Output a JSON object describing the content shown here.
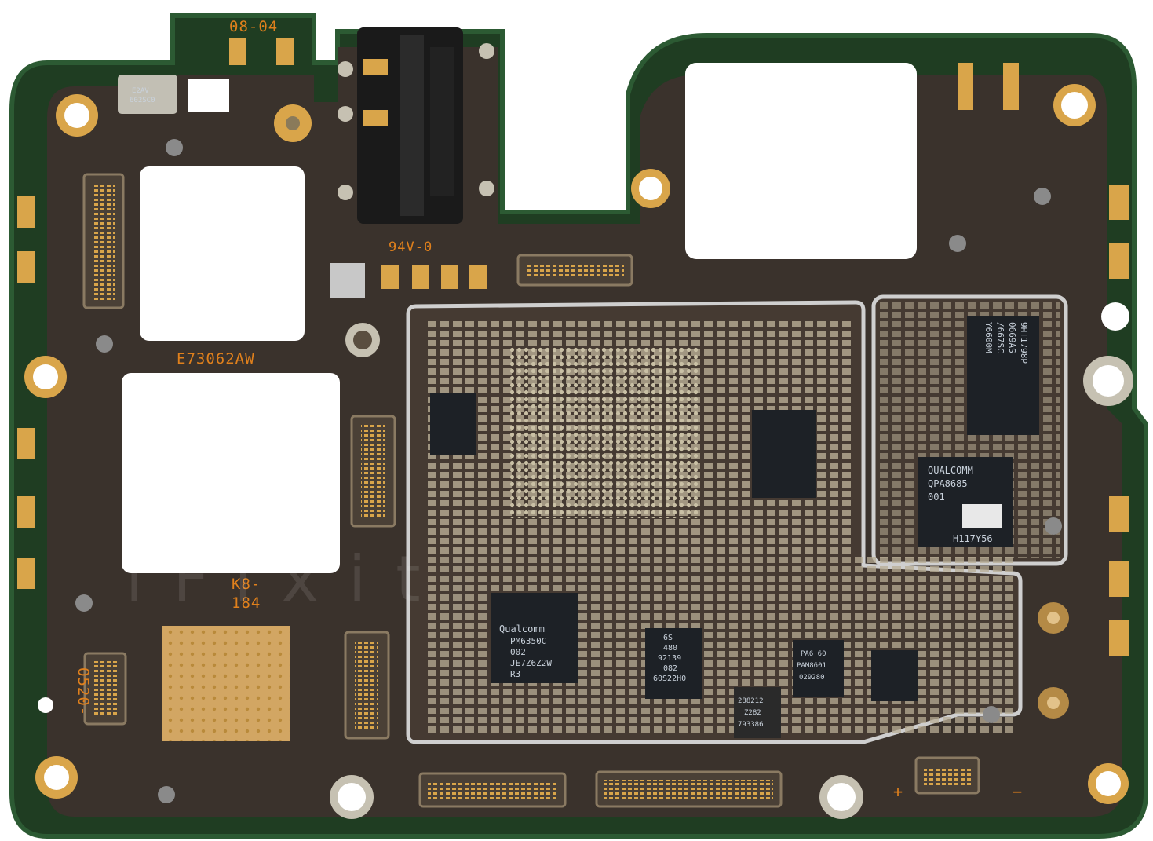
{
  "board": {
    "colors": {
      "background": "#ffffff",
      "substrate": "#1f3d22",
      "substrate_edge": "#2c5a33",
      "solder_mask": "#3a322c",
      "silkscreen": "#e0801c",
      "copper_pad": "#d9a54a",
      "shield_frame": "#cfcfcf",
      "chip": "#1d2126",
      "chip_text": "#c9d2dc"
    },
    "silkscreen_labels": {
      "date_code": "08-04",
      "flammability": "94V-0",
      "board_id": "E73062AW",
      "rev_code_line1": "K8-",
      "rev_code_line2": "184",
      "side_code": "O520-",
      "plus_sign": "+",
      "minus_sign": "−"
    },
    "chips": {
      "crystal": {
        "line1": "E2AV",
        "line2": "602SC0"
      },
      "pmic": {
        "line1": "Qualcomm",
        "line2": "PM6350C",
        "line3": "002",
        "line4": "JE7Z6Z2W",
        "line5": "R3"
      },
      "rf_front_end": {
        "line1": "QUALCOMM",
        "line2": "QPA8685",
        "line3": "001",
        "line4": "H117Y56"
      },
      "transceiver": {
        "line1": "Y6600M",
        "line2": "/667SC",
        "line3": "0669AS",
        "line4": "9HT1798P"
      },
      "small_ic_a": {
        "line1": "6S",
        "line2": "480",
        "line3": "92139",
        "line4": "082",
        "line5": "60S22H0"
      },
      "small_ic_b": {
        "line1": "288212",
        "line2": "Z282",
        "line3": "793386"
      },
      "small_ic_c": {
        "line1": "PA6 60",
        "line2": "PAM8601",
        "line3": "029280"
      }
    },
    "watermark": "iFixit"
  }
}
